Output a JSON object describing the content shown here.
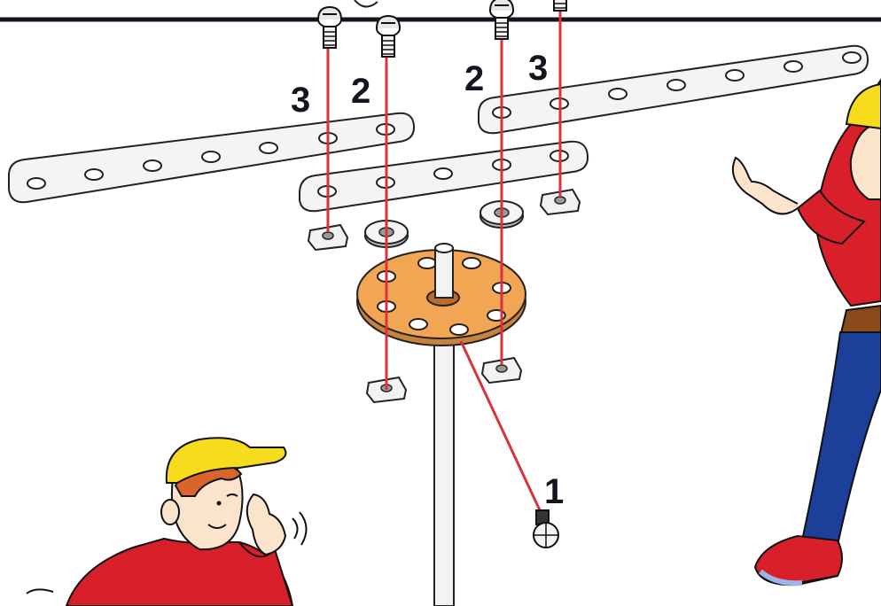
{
  "callouts": {
    "bolt_a": "3",
    "bolt_b": "2",
    "bolt_c": "2",
    "bolt_d": "3",
    "grub_screw": "1"
  },
  "colors": {
    "guide_line": "#d8323c",
    "hub_disc": "#f2a552",
    "shirt": "#d9202a",
    "cap": "#f7dc1e",
    "jeans": "#1c3f9a",
    "hair": "#d9652b",
    "skin": "#fbe3cc",
    "top_rule": "#15151f"
  },
  "icons": [
    "bolt-icon",
    "washer-icon",
    "square-nut-icon",
    "grub-screw-icon"
  ]
}
